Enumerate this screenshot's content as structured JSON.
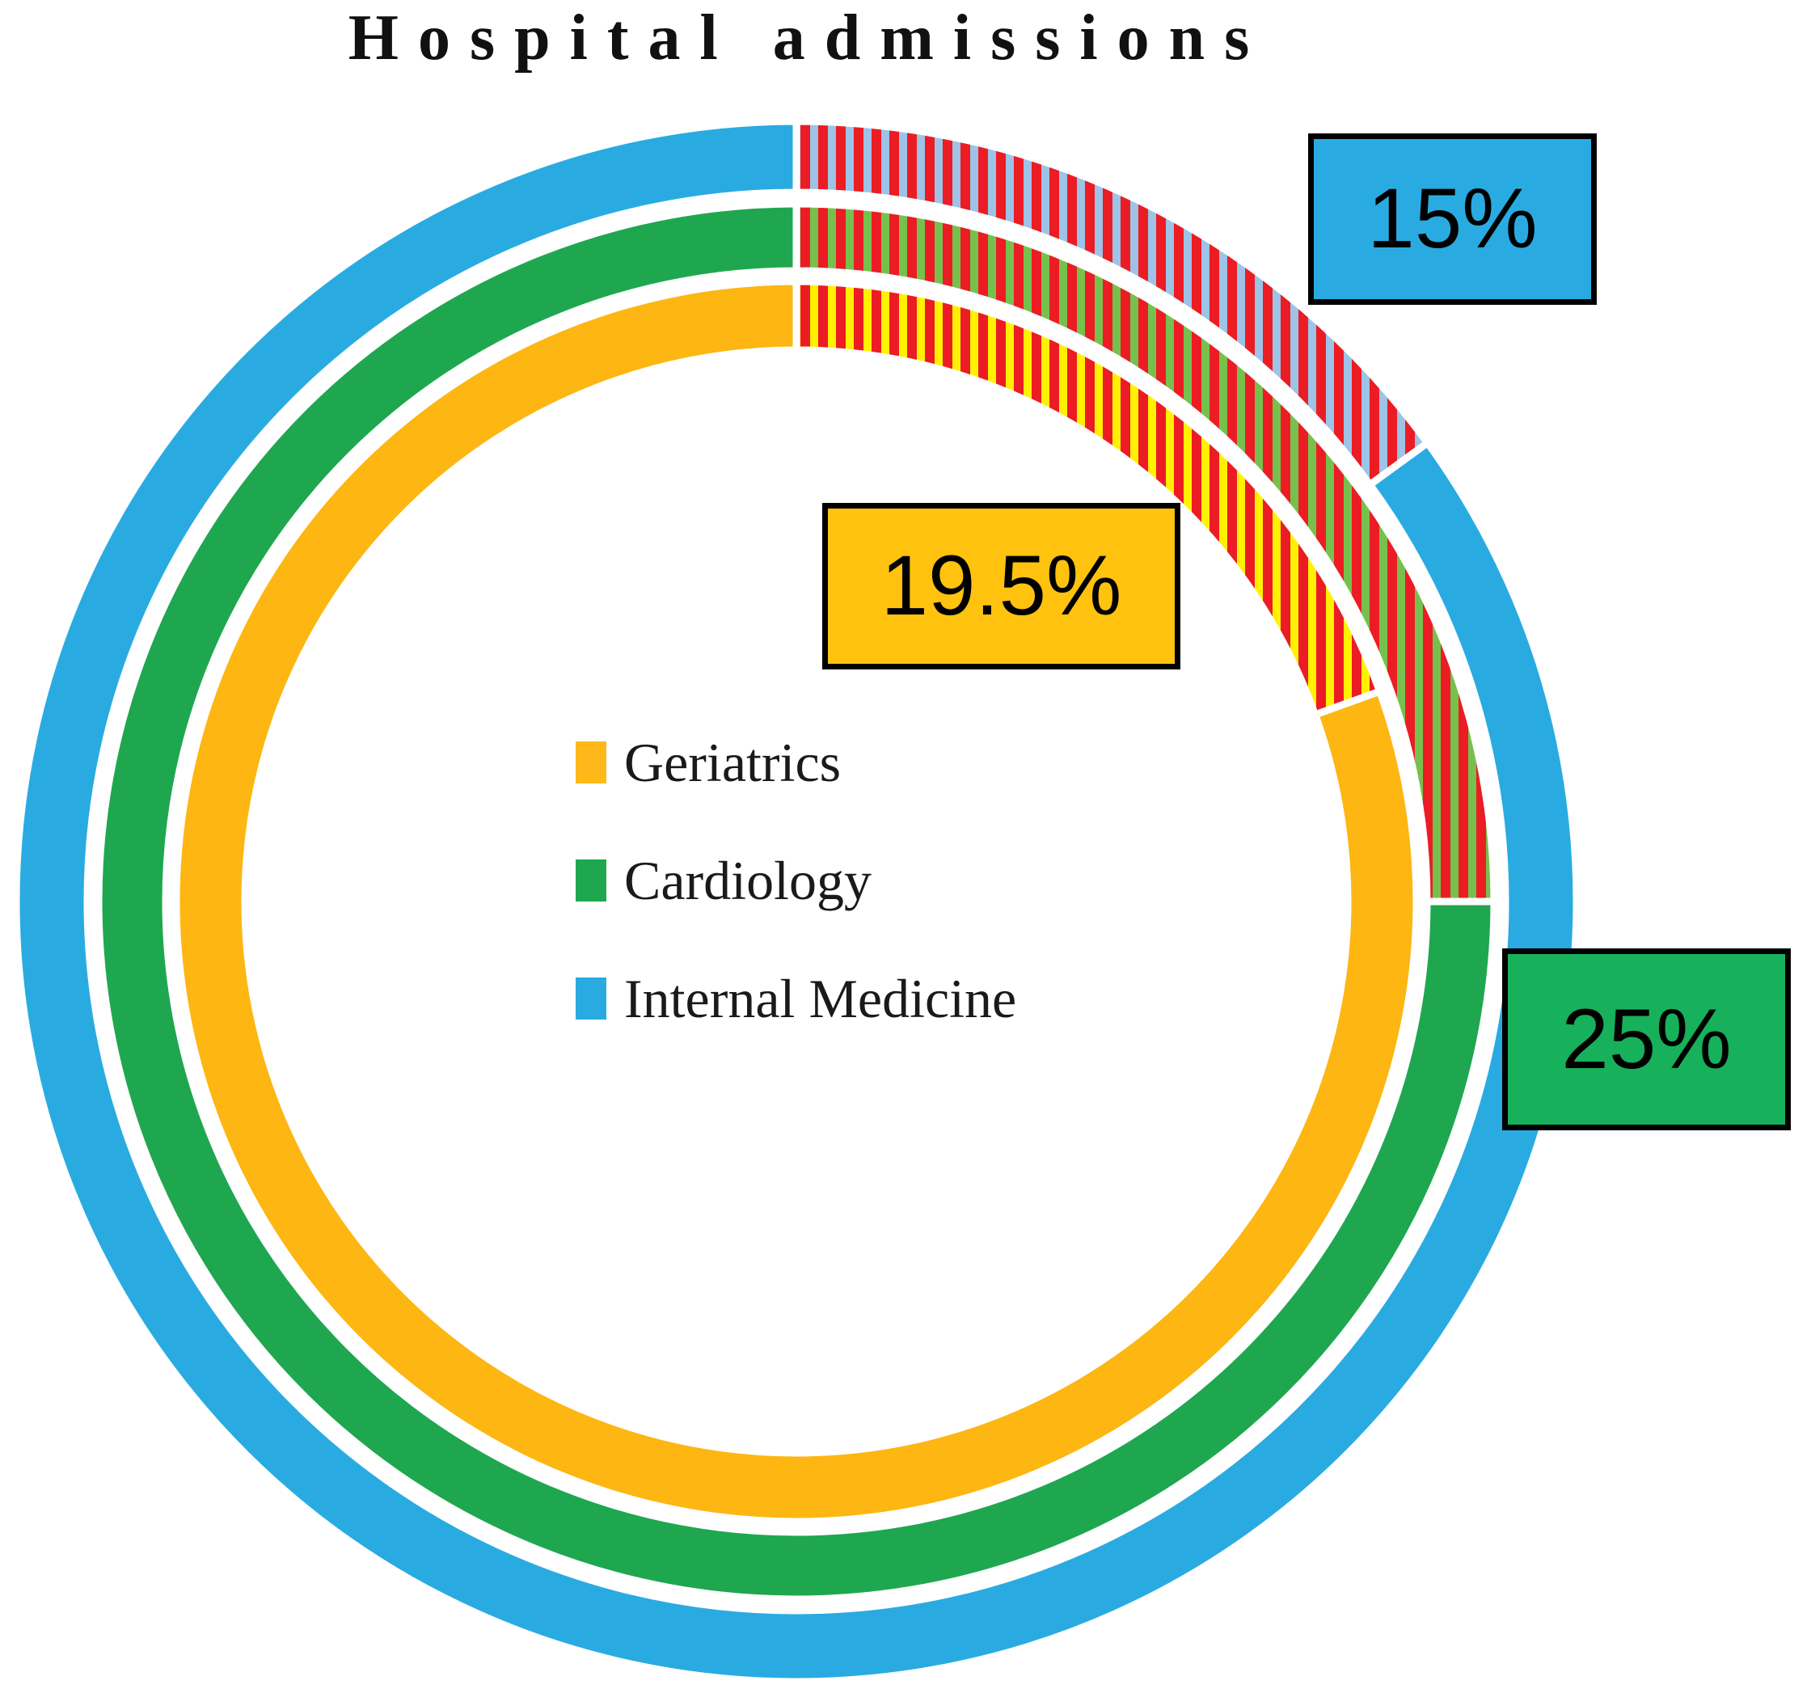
{
  "title": "Hospital admissions",
  "colors": {
    "background": "#FFFFFF",
    "stripe_red": "#EC1C24",
    "text": "#111111"
  },
  "chart_data": {
    "type": "donut",
    "title": "Hospital admissions",
    "layout": "three concentric rings; hatched segment of each ring starts at 12 o'clock and sweeps clockwise by the labeled percentage, remainder of ring is solid",
    "center": [
      985,
      1115
    ],
    "rings": [
      {
        "name": "Internal Medicine",
        "position": "outer",
        "value_pct": 15,
        "label": "15%",
        "color": "#29ABE2",
        "hatch_base": "#9DC3E6",
        "hatch_stripe": "#EC1C24",
        "r_inner": 877,
        "r_outer": 965
      },
      {
        "name": "Cardiology",
        "position": "middle",
        "value_pct": 25,
        "label": "25%",
        "color": "#1FA750",
        "hatch_base": "#76C14D",
        "hatch_stripe": "#EC1C24",
        "r_inner": 780,
        "r_outer": 863
      },
      {
        "name": "Geriatrics",
        "position": "inner",
        "value_pct": 19.5,
        "label": "19.5%",
        "color": "#FDB612",
        "hatch_base": "#FFF101",
        "hatch_stripe": "#EC1C24",
        "r_inner": 682,
        "r_outer": 767
      }
    ],
    "legend_position": "center of donut hole",
    "legend": [
      {
        "label": "Geriatrics",
        "color": "#FFB81A"
      },
      {
        "label": "Cardiology",
        "color": "#1FA750"
      },
      {
        "label": "Internal Medicine",
        "color": "#29ABE2"
      }
    ],
    "annotations": [
      {
        "text": "15%",
        "ring": "Internal Medicine",
        "bg": "#29ABE2"
      },
      {
        "text": "19.5%",
        "ring": "Geriatrics",
        "bg": "#FFC20E"
      },
      {
        "text": "25%",
        "ring": "Cardiology",
        "bg": "#17B05B"
      }
    ]
  }
}
